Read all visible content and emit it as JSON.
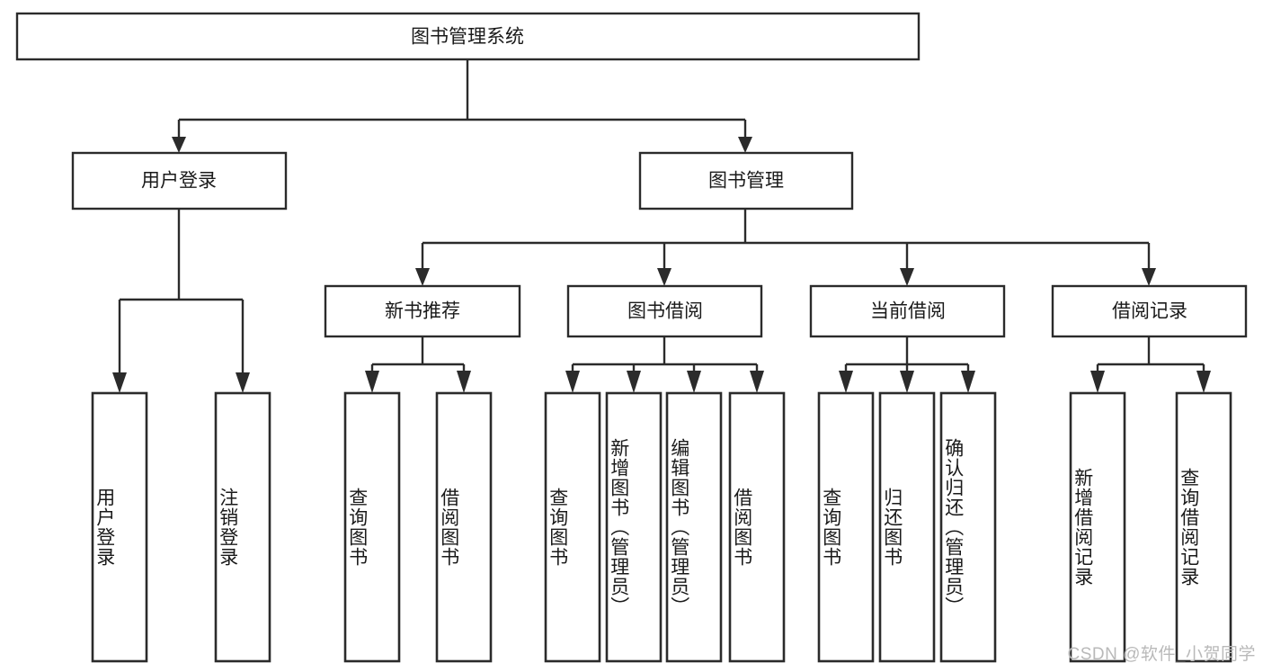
{
  "diagram": {
    "title": "图书管理系统",
    "type": "tree-hierarchy",
    "watermark": "CSDN @软件_小贺同学",
    "colors": {
      "background": "#ffffff",
      "box_fill": "#ffffff",
      "box_stroke": "#2b2b2b",
      "text": "#1a1a1a",
      "watermark": "#b9b9b9"
    },
    "levels": {
      "root": "图书管理系统",
      "level2": [
        "用户登录",
        "图书管理"
      ],
      "level3": [
        "新书推荐",
        "图书借阅",
        "当前借阅",
        "借阅记录"
      ]
    },
    "nodes": {
      "root": {
        "label": "图书管理系统"
      },
      "user_login": {
        "label": "用户登录"
      },
      "book_manage": {
        "label": "图书管理"
      },
      "new_book_rec": {
        "label": "新书推荐"
      },
      "book_borrow": {
        "label": "图书借阅"
      },
      "current_borrow": {
        "label": "当前借阅"
      },
      "borrow_record": {
        "label": "借阅记录"
      }
    },
    "leaves": {
      "user_login": [
        {
          "label": "用户登录"
        },
        {
          "label": "注销登录"
        }
      ],
      "new_book_rec": [
        {
          "label": "查询图书"
        },
        {
          "label": "借阅图书"
        }
      ],
      "book_borrow": [
        {
          "label": "查询图书"
        },
        {
          "label": "新增图书（管理员）"
        },
        {
          "label": "编辑图书（管理员）"
        },
        {
          "label": "借阅图书"
        }
      ],
      "current_borrow": [
        {
          "label": "查询图书"
        },
        {
          "label": "归还图书"
        },
        {
          "label": "确认归还（管理员）"
        }
      ],
      "borrow_record": [
        {
          "label": "新增借阅记录"
        },
        {
          "label": "查询借阅记录"
        }
      ]
    }
  }
}
